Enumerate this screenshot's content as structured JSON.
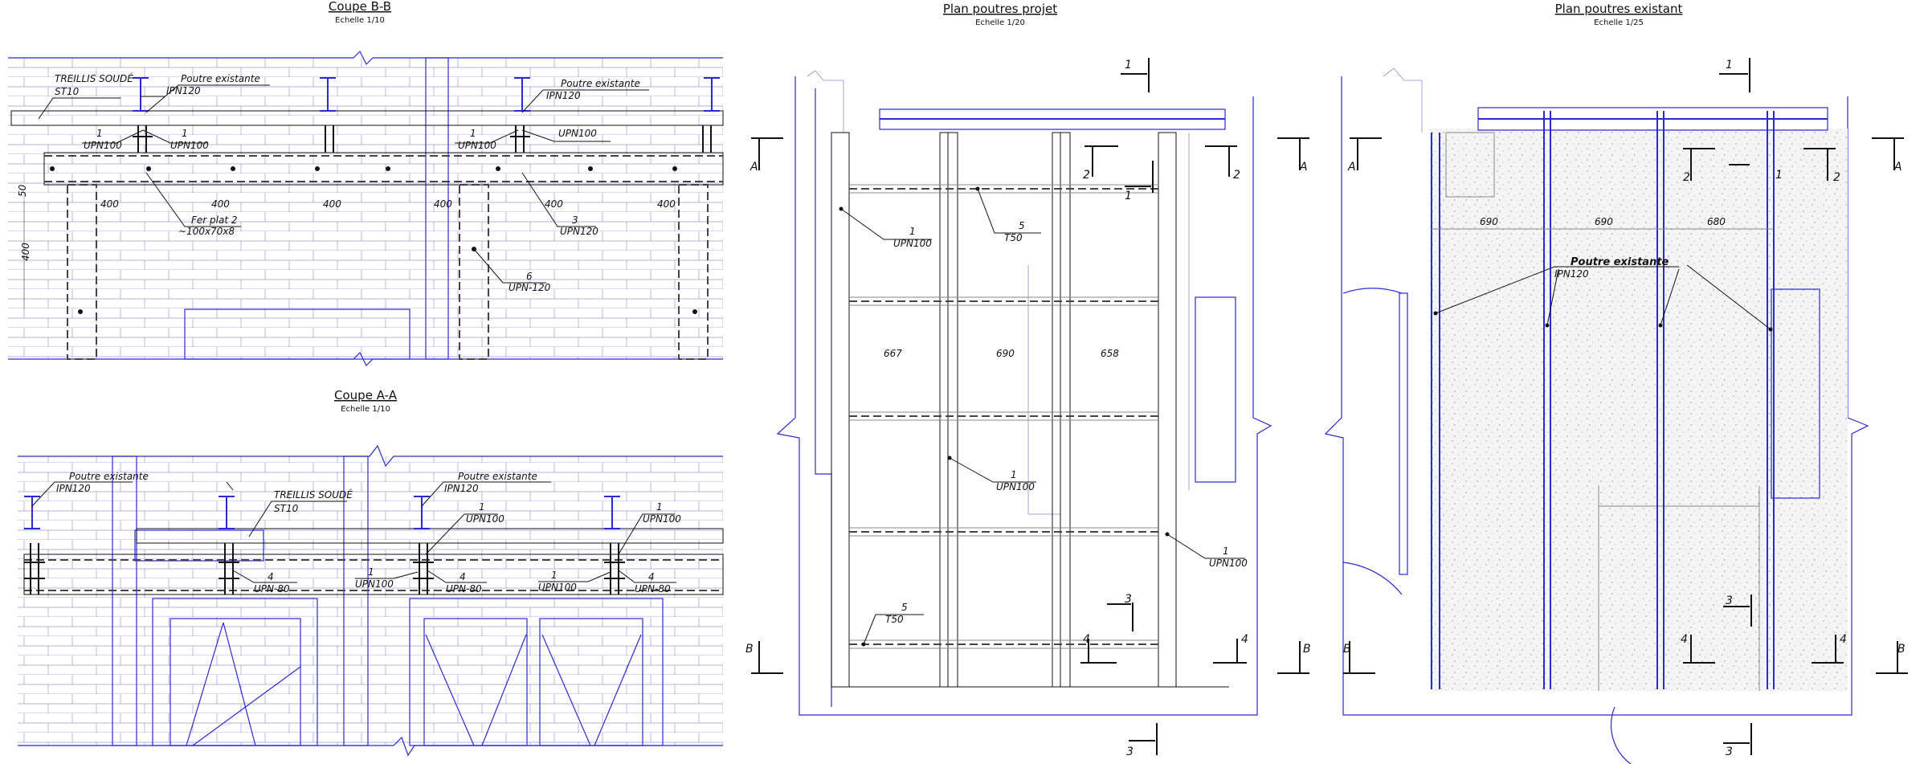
{
  "views": {
    "bb": {
      "title": "Coupe B-B",
      "scale": "Echelle 1/10"
    },
    "aa": {
      "title": "Coupe A-A",
      "scale": "Echelle 1/10"
    },
    "projet": {
      "title": "Plan poutres projet",
      "scale": "Echelle 1/20"
    },
    "existant": {
      "title": "Plan poutres existant",
      "scale": "Echelle 1/25"
    }
  },
  "labels": {
    "treillis": "TREILLIS SOUDÉ",
    "st10": "ST10",
    "poutre": "Poutre existante",
    "ipn120": "IPN120",
    "upn100": "UPN100",
    "upn80": "UPN-80",
    "upn120": "UPN120",
    "upn120b": "UPN-120",
    "ferplat": "Fer plat 2",
    "ferdim": "~100x70x8",
    "t50": "T50",
    "one": "1",
    "three": "3",
    "four": "4",
    "five": "5",
    "six": "6",
    "d400": "400",
    "d50": "50",
    "d667": "667",
    "d690": "690",
    "d658": "658",
    "d680": "680",
    "secA": "A",
    "secB": "B",
    "sec1": "1",
    "sec2": "2",
    "sec3": "3",
    "sec4": "4"
  },
  "colors": {
    "line": "#2a2ad0",
    "ink": "#111111",
    "concrete": "#f1f1f1"
  }
}
